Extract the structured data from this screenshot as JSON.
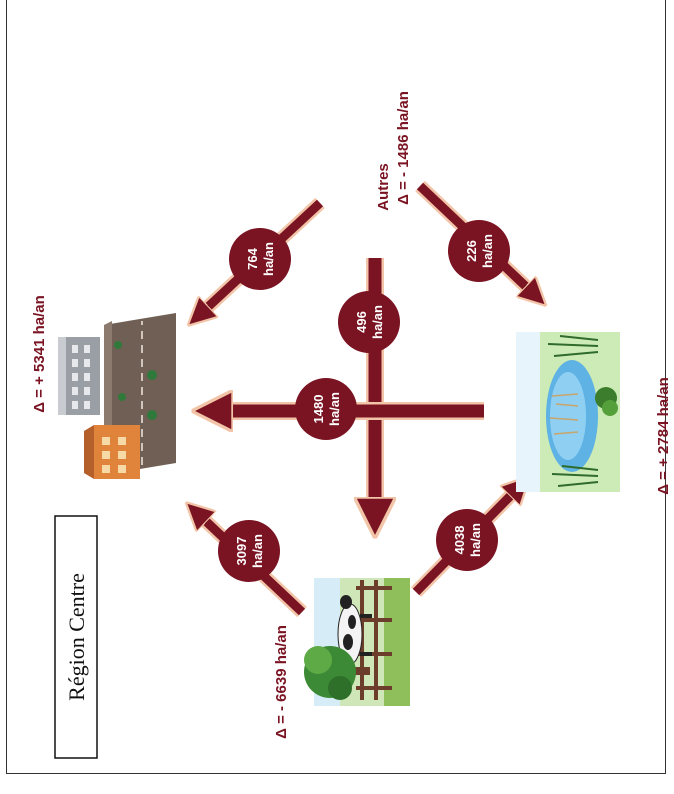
{
  "region_label": "Région Centre",
  "deltas": {
    "urban": "Δ = + 5341 ha/an",
    "farmland": "Δ = - 6639 ha/an",
    "wetland": "Δ = + 2784 ha/an",
    "others_title": "Autres",
    "others": "Δ = - 1486 ha/an"
  },
  "flows": [
    {
      "id": "others-to-urban",
      "value": "764",
      "unit": "ha/an"
    },
    {
      "id": "others-to-wetland",
      "value": "226",
      "unit": "ha/an"
    },
    {
      "id": "others-to-farmland",
      "value": "496",
      "unit": "ha/an"
    },
    {
      "id": "wetland-to-urban",
      "value": "1480",
      "unit": "ha/an"
    },
    {
      "id": "farmland-to-urban",
      "value": "3097",
      "unit": "ha/an"
    },
    {
      "id": "farmland-to-wetland",
      "value": "4038",
      "unit": "ha/an"
    }
  ],
  "colors": {
    "arrow": "#7a1322",
    "arrow_outline": "#f2c4a8",
    "bubble": "#7a1322",
    "text": "#7a1322",
    "bubble_text": "#ffffff"
  },
  "icons": [
    "buildings-icon",
    "farm-cow-icon",
    "pond-icon"
  ]
}
